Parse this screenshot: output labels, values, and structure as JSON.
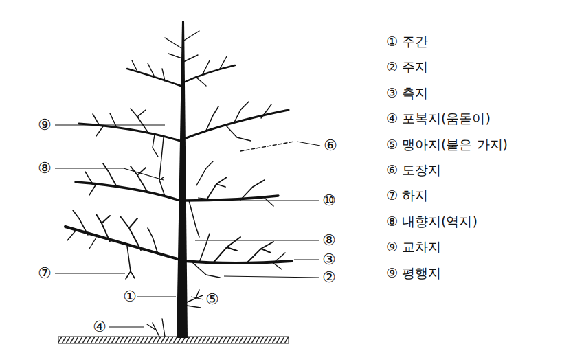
{
  "diagram": {
    "labels": [
      "⑨",
      "⑧",
      "⑦",
      "④",
      "①",
      "⑤",
      "⑥",
      "⑩",
      "⑧",
      "③",
      "②",
      "① 주간",
      "② 주지",
      "③ 측지",
      "④ 포복지(움돋이)",
      "⑤ 맹아지(붙은 가지)",
      "⑥ 도장지",
      "⑦ 하지",
      "⑧ 내향지(역지)",
      "⑨ 교차지",
      "⑨ 평행지"
    ]
  }
}
